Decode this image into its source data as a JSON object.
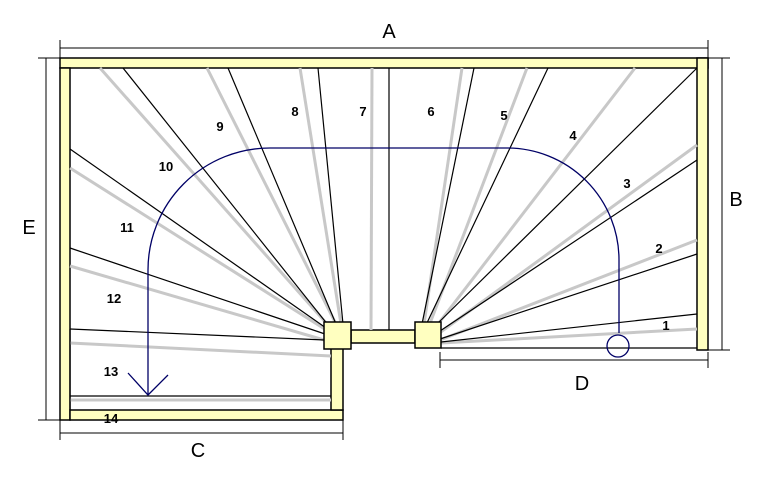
{
  "colors": {
    "wood": "#ffffc0",
    "outline": "#000000",
    "tread_highlight": "#c8c8c8",
    "walkline": "#000066"
  },
  "dimensions": {
    "a": "A",
    "b": "B",
    "c": "C",
    "d": "D",
    "e": "E"
  },
  "steps": [
    "1",
    "2",
    "3",
    "4",
    "5",
    "6",
    "7",
    "8",
    "9",
    "10",
    "11",
    "12",
    "13",
    "14"
  ],
  "icons": {
    "walkline_start": "circle-icon",
    "walkline_end": "arrowhead-icon"
  }
}
